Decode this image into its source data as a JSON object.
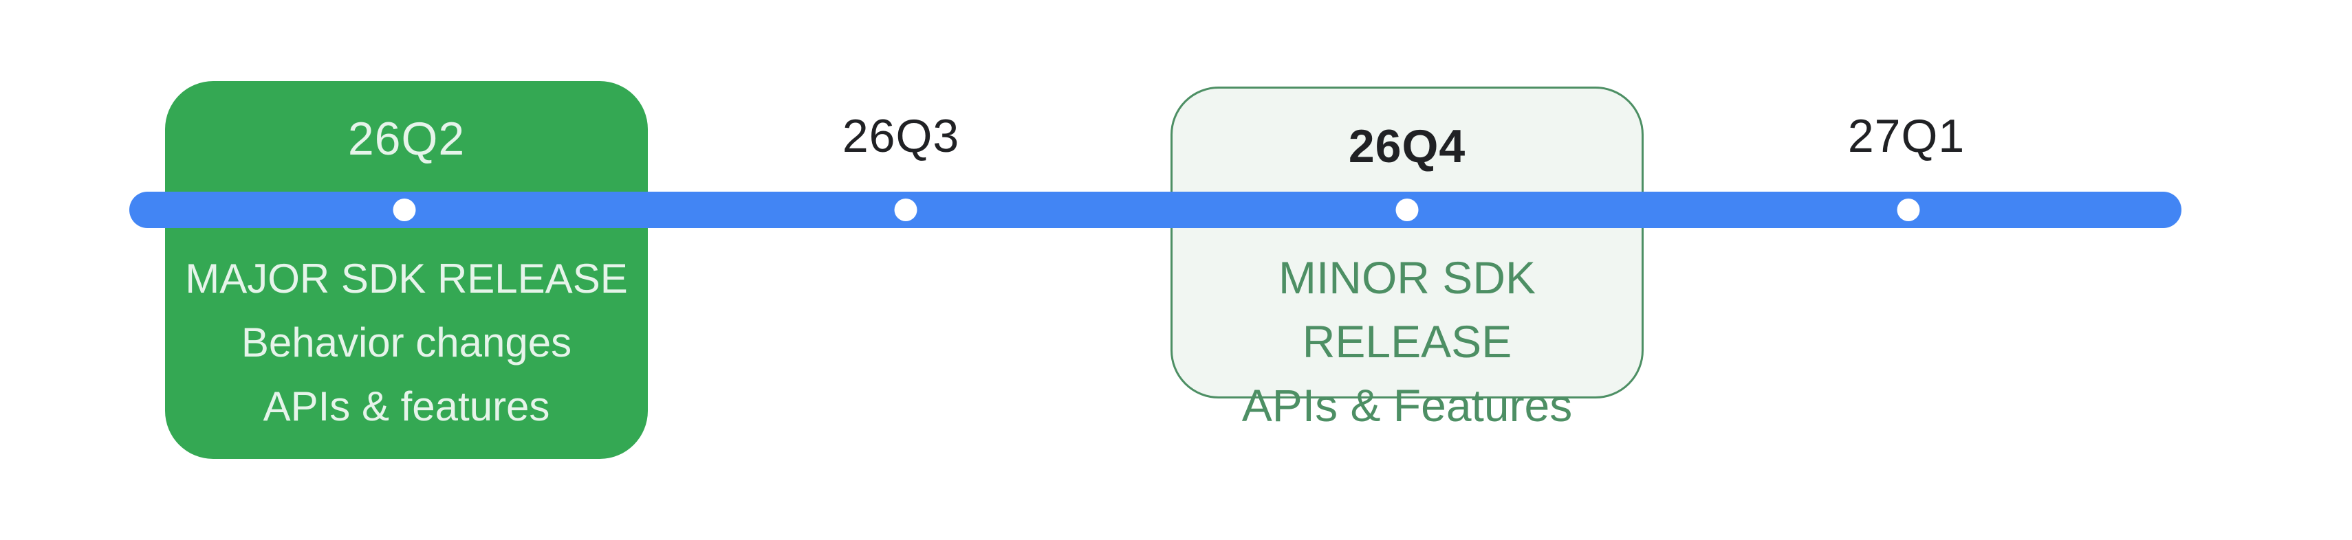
{
  "page": {
    "background": "#ffffff"
  },
  "timeline": {
    "bar_color": "#4285f4",
    "dot_color": "#ffffff",
    "milestones": [
      {
        "label": "26Q2",
        "has_card": true,
        "card": {
          "style": "filled",
          "background": "#34a853",
          "text_color": "#e6f4ea",
          "title": "26Q2",
          "lines": [
            "MAJOR SDK RELEASE",
            "Behavior changes",
            "APIs & features"
          ]
        }
      },
      {
        "label": "26Q3",
        "has_card": false
      },
      {
        "label": "26Q4",
        "has_card": true,
        "card": {
          "style": "outlined",
          "background": "#f1f6f2",
          "border_color": "#4d8f64",
          "text_color": "#4d8f64",
          "title": "26Q4",
          "lines": [
            "MINOR SDK RELEASE",
            "APIs & Features"
          ]
        }
      },
      {
        "label": "27Q1",
        "has_card": false
      }
    ]
  }
}
